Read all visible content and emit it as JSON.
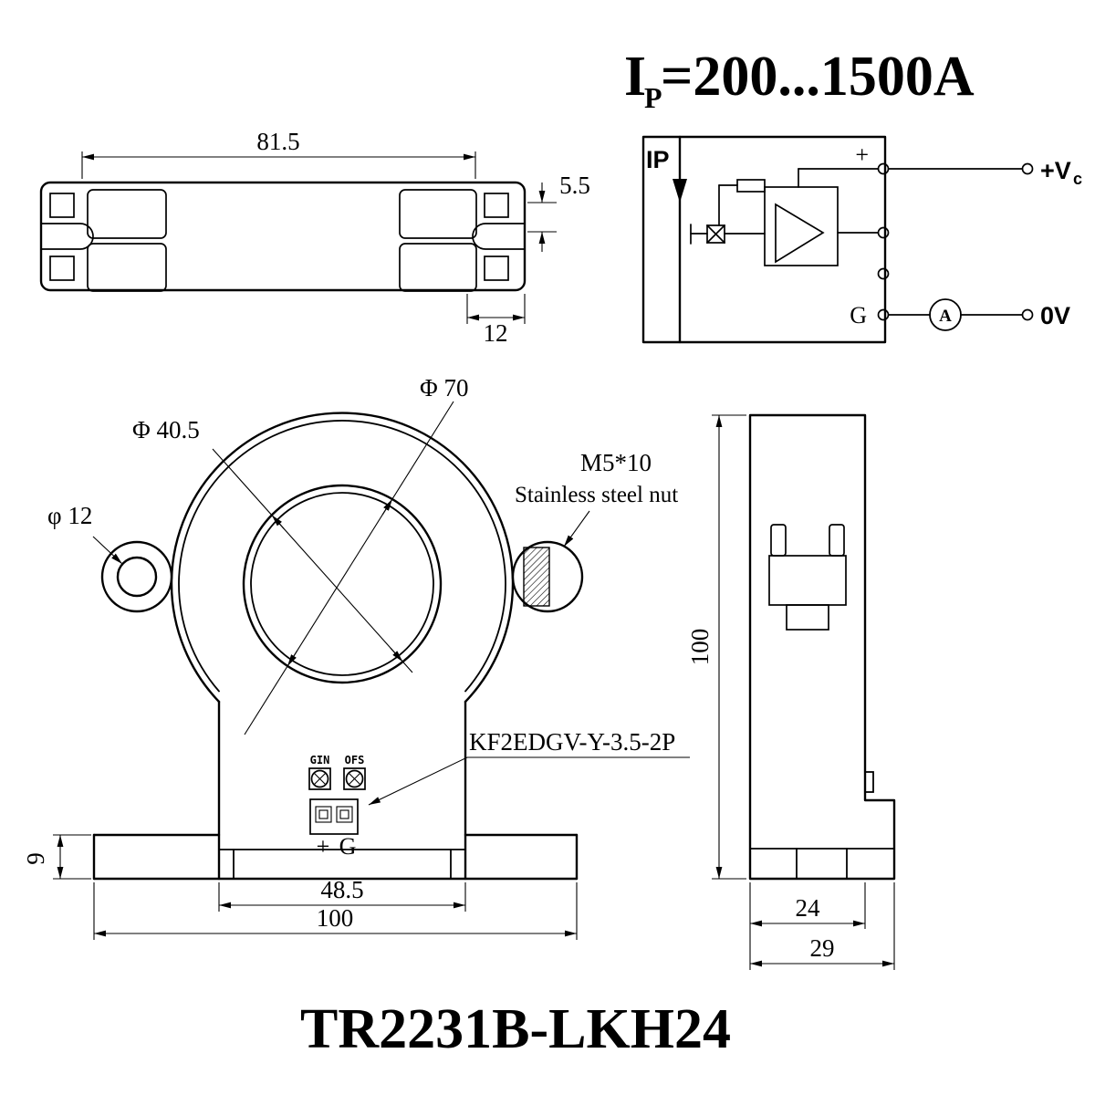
{
  "rating": {
    "i": "I",
    "p": "P",
    "value": "=200...1500A"
  },
  "drawing_title": "TR2231B-LKH24",
  "top_view": {
    "dim_width": "81.5",
    "dim_thickness": "5.5",
    "dim_tab": "12"
  },
  "circuit": {
    "ip": "IP",
    "plus": "+",
    "g": "G",
    "vc_main": "+V",
    "vc_sub": "c",
    "ov": "0V",
    "ammeter": "A"
  },
  "front_view": {
    "dim_phi70": "Φ 70",
    "dim_phi405": "Φ 40.5",
    "dim_phi12": "φ 12",
    "nut_spec": "M5*10",
    "nut_desc": "Stainless steel nut",
    "connector_model": "KF2EDGV-Y-3.5-2P",
    "pot_left": "GIN",
    "pot_right": "OFS",
    "term_plus": "+",
    "term_g": "G",
    "dim_slot": "48.5",
    "dim_base": "100",
    "dim_foot": "9"
  },
  "side_view": {
    "dim_height": "100",
    "dim_body": "24",
    "dim_total": "29"
  }
}
